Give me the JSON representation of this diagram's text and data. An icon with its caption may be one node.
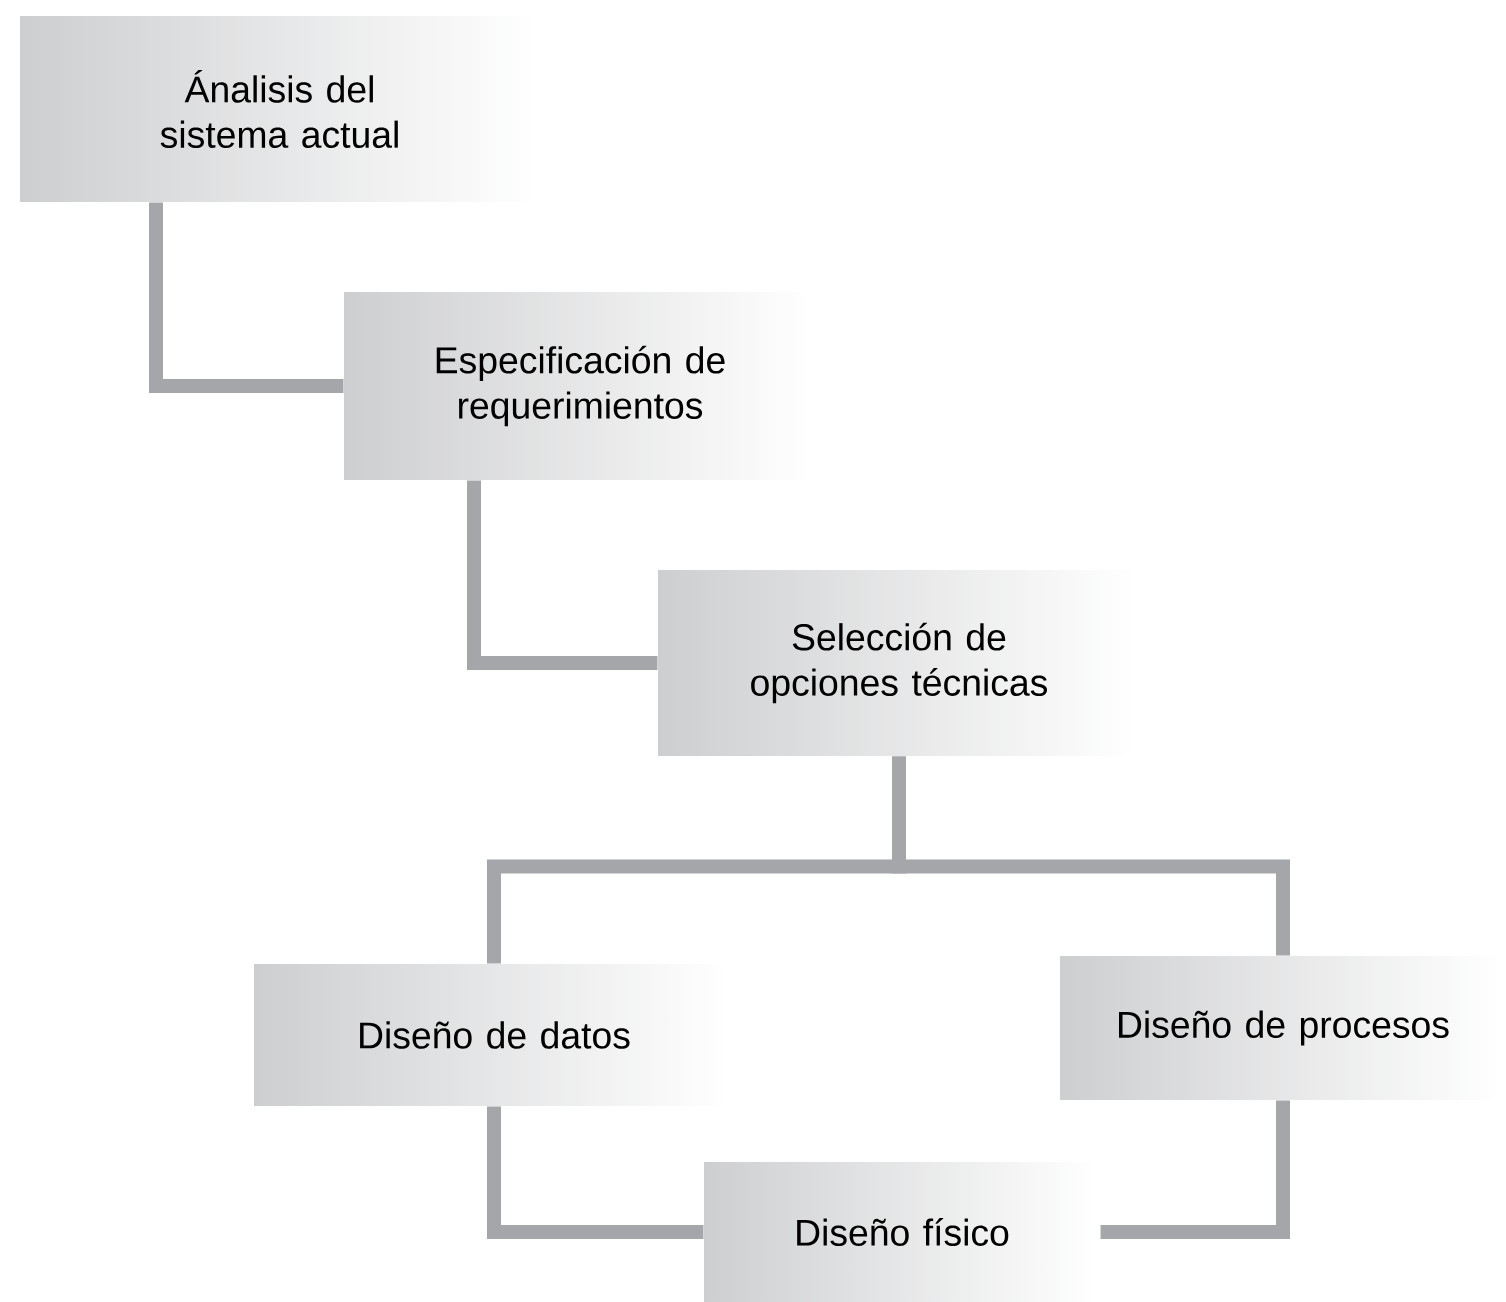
{
  "diagram": {
    "nodes": [
      {
        "text": [
          "Ánalisis del sistema actual"
        ]
      },
      {
        "text": [
          "Especificación de requerimientos"
        ]
      },
      {
        "text": [
          "Selección de opciones técnicas"
        ]
      },
      {
        "text": [
          "Diseño de datos"
        ]
      },
      {
        "text": [
          "Diseño de procesos"
        ]
      },
      {
        "text": [
          "Diseño físico"
        ]
      }
    ],
    "edges": [
      {
        "from": 0,
        "to": 1,
        "arrow": "none"
      },
      {
        "from": 1,
        "to": 2,
        "arrow": "none"
      },
      {
        "from": 2,
        "to": 3,
        "arrow": "none"
      },
      {
        "from": 2,
        "to": 4,
        "arrow": "none"
      },
      {
        "from": 3,
        "to": 5,
        "arrow": "none"
      },
      {
        "from": 4,
        "to": 5,
        "arrow": "none"
      }
    ]
  }
}
